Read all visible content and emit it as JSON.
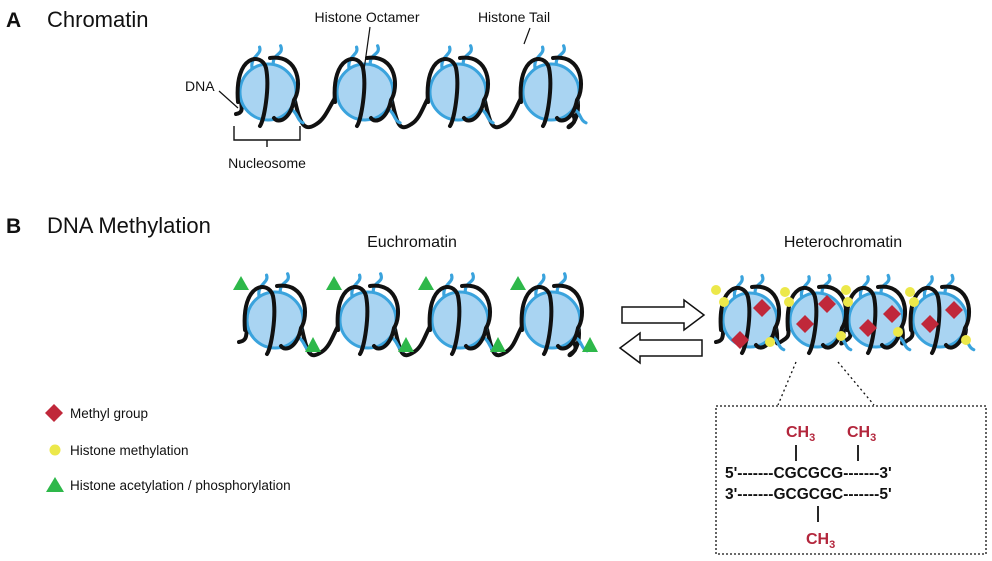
{
  "panel_a": {
    "letter": "A",
    "title": "Chromatin",
    "labels": {
      "histone_octamer": "Histone Octamer",
      "histone_tail": "Histone Tail",
      "dna": "DNA",
      "nucleosome": "Nucleosome"
    }
  },
  "panel_b": {
    "letter": "B",
    "title": "DNA Methylation",
    "euchromatin": "Euchromatin",
    "heterochromatin": "Heterochromatin"
  },
  "legend": {
    "methyl_group": "Methyl group",
    "histone_methylation": "Histone methylation",
    "histone_acetylation": "Histone acetylation / phosphorylation"
  },
  "sequence": {
    "top_strand": "5'-------CGCGCG-------3'",
    "bottom_strand": "3'-------GCGCGC-------5'",
    "ch3_base": "CH",
    "ch3_sub": "3"
  },
  "colors": {
    "histone_fill": "#a9d4f2",
    "histone_stroke": "#3aa3dd",
    "dna": "#111111",
    "methyl_group": "#c0283a",
    "histone_methylation": "#ece84a",
    "acetylation": "#2eb84a",
    "ch3_text": "#b3263c"
  }
}
